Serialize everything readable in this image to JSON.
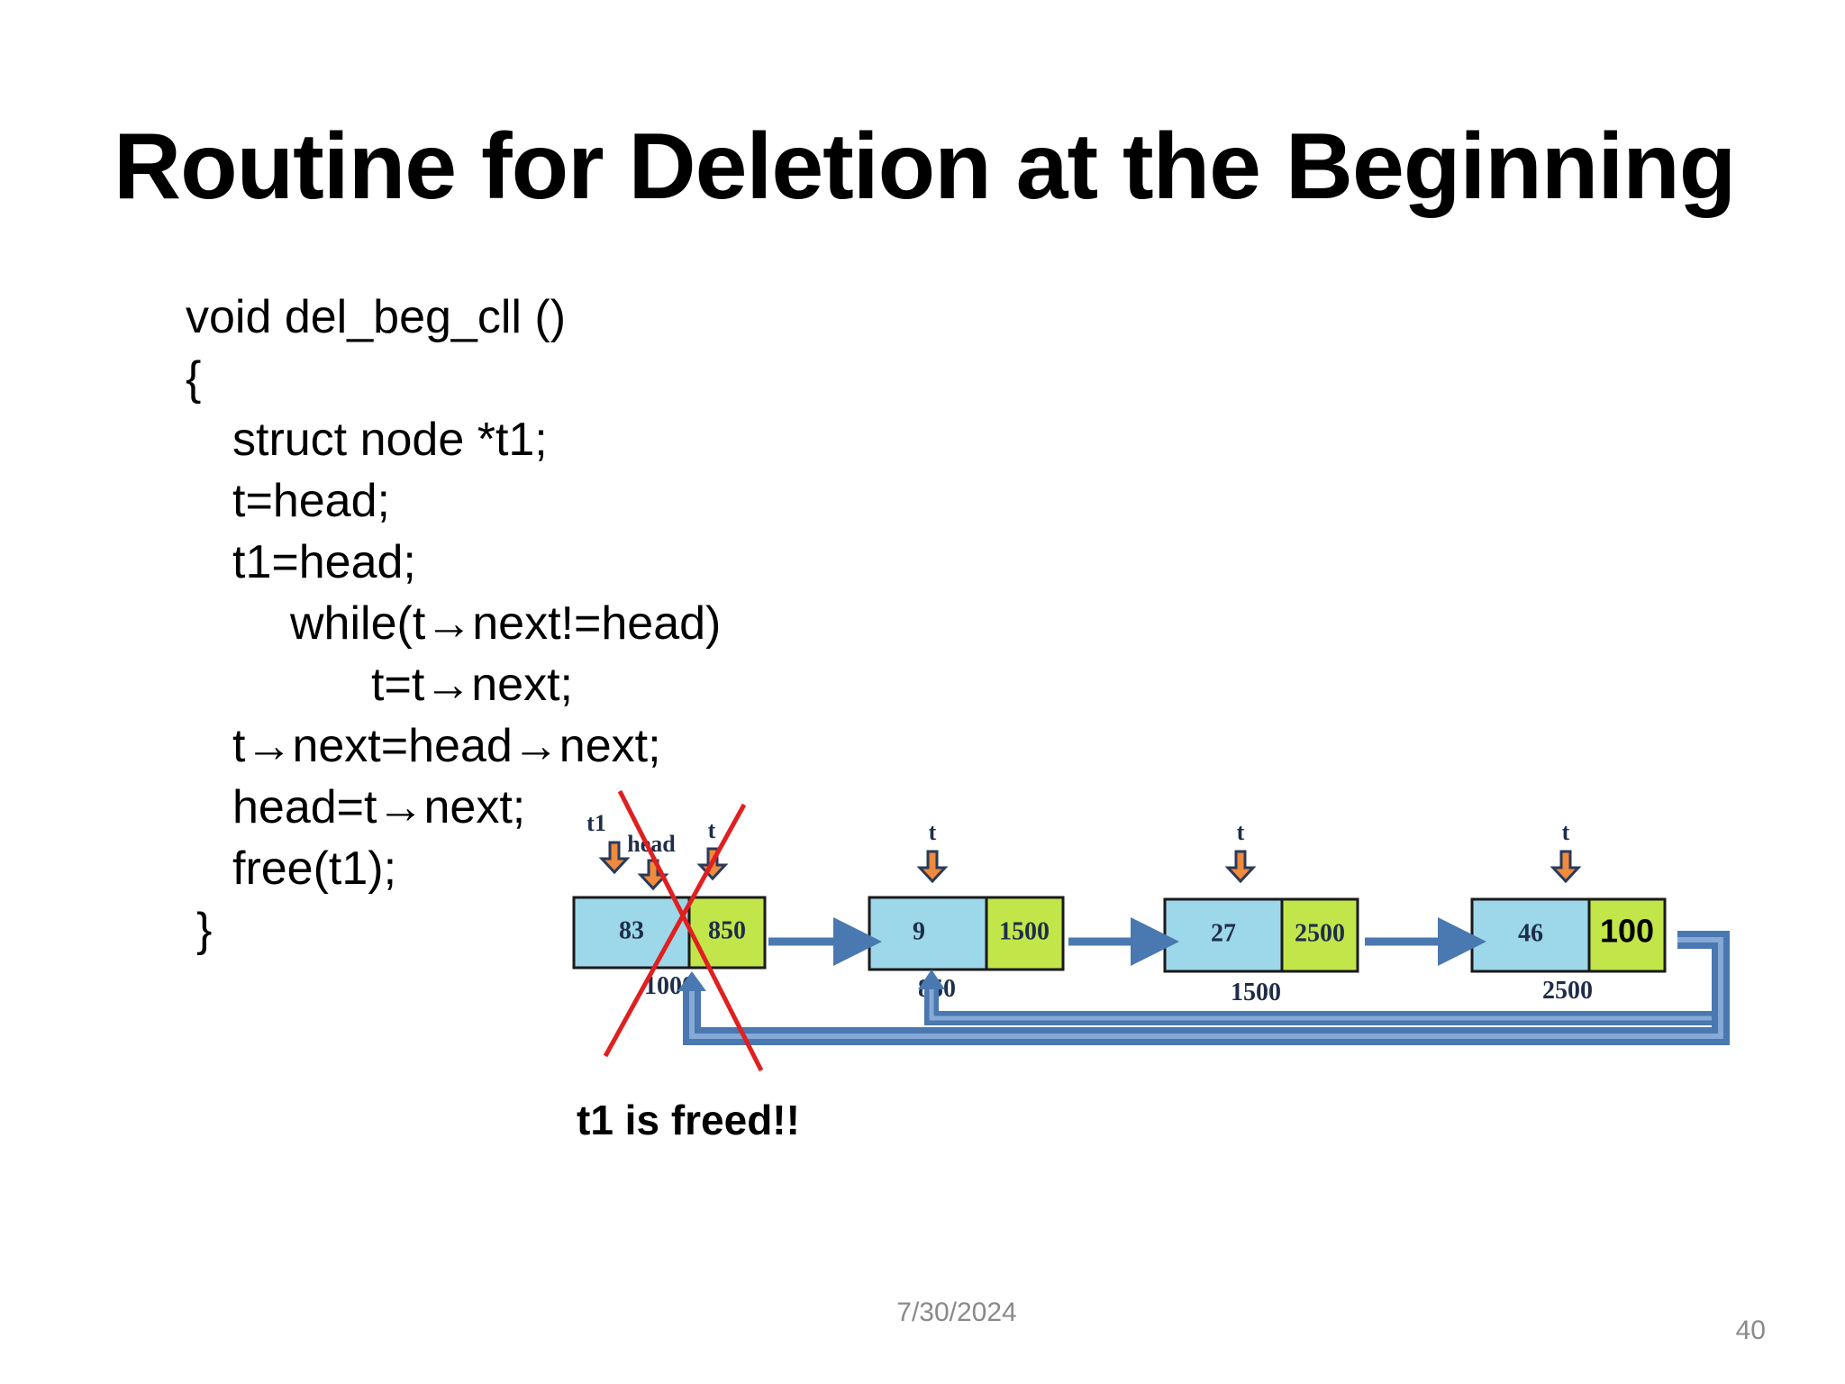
{
  "slide": {
    "title": "Routine for Deletion at the Beginning",
    "code_lines": [
      "void del_beg_cll ()",
      "{",
      "struct node *t1;",
      "t=head;",
      "t1=head;",
      "while(t→next!=head)",
      "t=t→next;",
      "t→next=head→next;",
      "head=t→next;",
      "free(t1);",
      "}"
    ],
    "caption": "t1 is freed!!",
    "date": "7/30/2024",
    "page_number": "40"
  },
  "diagram": {
    "nodes": [
      {
        "data": "83",
        "next": "850",
        "address": "1000"
      },
      {
        "data": "9",
        "next": "1500",
        "address": "850"
      },
      {
        "data": "27",
        "next": "2500",
        "address": "1500"
      },
      {
        "data": "46",
        "next": "100",
        "address": "2500"
      }
    ],
    "pointer_labels": {
      "t1": "t1",
      "head": "head",
      "t": "t"
    },
    "colors": {
      "data_cell": "#9dd7ea",
      "next_cell": "#c2e64a",
      "link_arrow": "#4a78b0",
      "pointer_arrow": "#f08a3c",
      "cross": "#e02020"
    }
  }
}
